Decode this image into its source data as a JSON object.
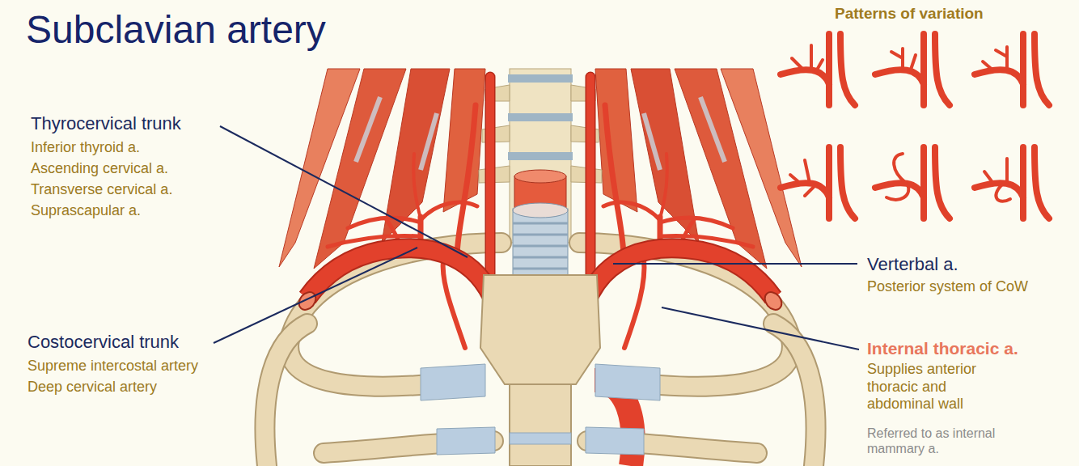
{
  "diagram": {
    "title": "Subclavian artery",
    "labels": [
      "Patterns of variation",
      "Thyrocervical trunk",
      "Inferior thyroid a.",
      "Ascending cervical a.",
      "Transverse cervical a.",
      "Suprascapular a.",
      "Verterbal a.",
      "Posterior system of CoW",
      "Costocervical trunk",
      "Supreme intercostal artery",
      "Deep cervical artery",
      "Internal thoracic a.",
      "Supplies anterior thoracic and abdominal wall",
      "Referred to as internal mammary a."
    ]
  }
}
